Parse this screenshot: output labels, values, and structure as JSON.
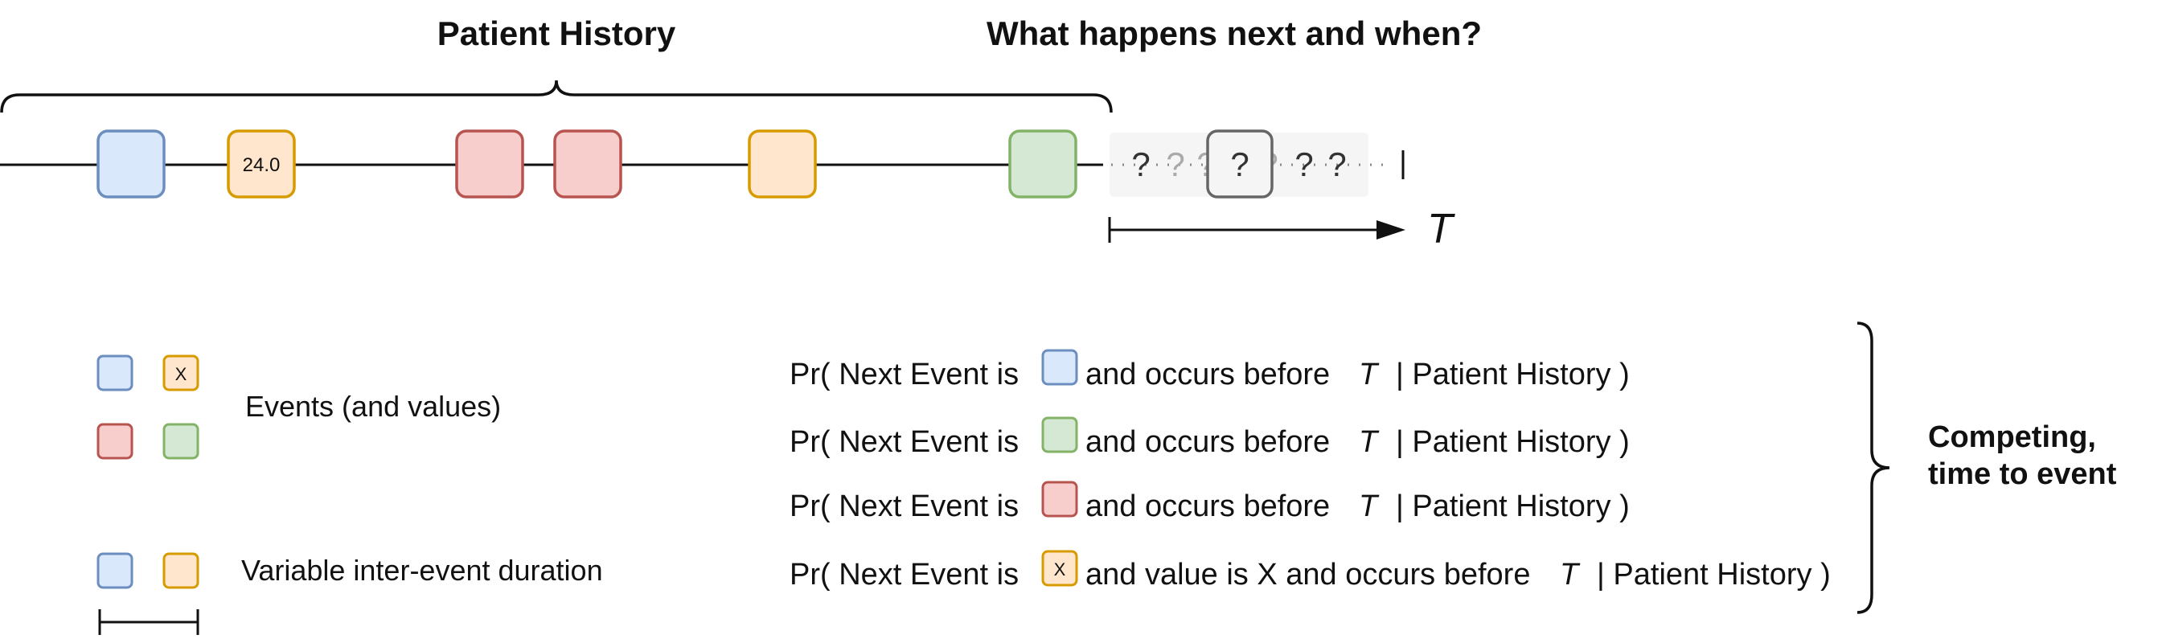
{
  "titles": {
    "history": "Patient History",
    "question": "What happens next and when?"
  },
  "timeline": {
    "event_value": "24.0",
    "question_mark": "?",
    "horizon_symbol": "T"
  },
  "legend": {
    "events_label": "Events (and values)",
    "value_placeholder": "X",
    "duration_label": "Variable inter-event duration"
  },
  "probabilities": [
    {
      "prefix": "Pr( Next Event is",
      "suffix_a": "and occurs before",
      "t": "T",
      "suffix_b": "| Patient History )"
    },
    {
      "prefix": "Pr( Next Event is",
      "suffix_a": "and occurs before",
      "t": "T",
      "suffix_b": "| Patient History )"
    },
    {
      "prefix": "Pr( Next Event is",
      "suffix_a": "and occurs before",
      "t": "T",
      "suffix_b": "| Patient History )"
    },
    {
      "prefix": "Pr( Next Event is",
      "box_text": "X",
      "suffix_a": "and value is X and occurs before",
      "t": "T",
      "suffix_b": "| Patient History )"
    }
  ],
  "summary": {
    "line1": "Competing,",
    "line2": "time to event"
  },
  "colors": {
    "blue_fill": "#dae8fc",
    "blue_stroke": "#6c8ebf",
    "orange_fill": "#ffe6cc",
    "orange_stroke": "#d79b00",
    "red_fill": "#f8cecc",
    "red_stroke": "#b85450",
    "green_fill": "#d5e8d4",
    "green_stroke": "#82b366",
    "grey_fill": "#f5f5f5",
    "grey_stroke": "#666666"
  }
}
